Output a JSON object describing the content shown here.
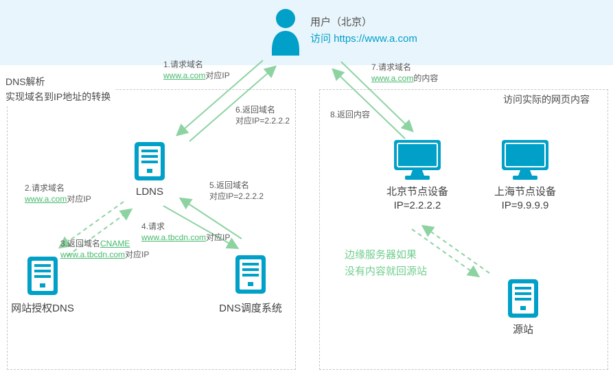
{
  "banner": {
    "user_label": "用户（北京）",
    "visit_label": "访问 https://www.a.com"
  },
  "left_panel": {
    "title_line1": "DNS解析",
    "title_line2": "实现域名到IP地址的转换",
    "nodes": {
      "ldns": "LDNS",
      "auth_dns": "网站授权DNS",
      "dns_scheduler": "DNS调度系统"
    },
    "steps": {
      "s1": {
        "line1": "1.请求域名",
        "link": "www.a.com",
        "after": "对应IP"
      },
      "s2": {
        "line1": "2.请求域名",
        "link": "www.a.com",
        "after": "对应IP"
      },
      "s3": {
        "line1_prefix": "3.返回域名",
        "line1_link": "CNAME",
        "link": "www.a.tbcdn.com",
        "after": "对应IP"
      },
      "s4": {
        "line1": "4.请求",
        "link": "www.a.tbcdn.com",
        "after": "对应IP"
      },
      "s5": {
        "line1": "5.返回域名",
        "line2": "对应IP=2.2.2.2"
      },
      "s6": {
        "line1": "6.返回域名",
        "line2": "对应IP=2.2.2.2"
      }
    }
  },
  "right_panel": {
    "title": "访问实际的网页内容",
    "nodes": {
      "beijing": {
        "label": "北京节点设备",
        "ip": "IP=2.2.2.2"
      },
      "shanghai": {
        "label": "上海节点设备",
        "ip": "IP=9.9.9.9"
      },
      "origin": "源站"
    },
    "steps": {
      "s7": {
        "line1": "7.请求域名",
        "link": "www.a.com",
        "after": "的内容"
      },
      "s8": {
        "line1": "8.返回内容"
      }
    },
    "note_line1": "边缘服务器如果",
    "note_line2": "没有内容就回源站"
  },
  "colors": {
    "accent_teal": "#00a0c8",
    "arrow_green": "#8dd3a2",
    "link_green": "#46b96e",
    "note_green": "#72cd8f",
    "banner_bg": "#e9f5fc"
  }
}
